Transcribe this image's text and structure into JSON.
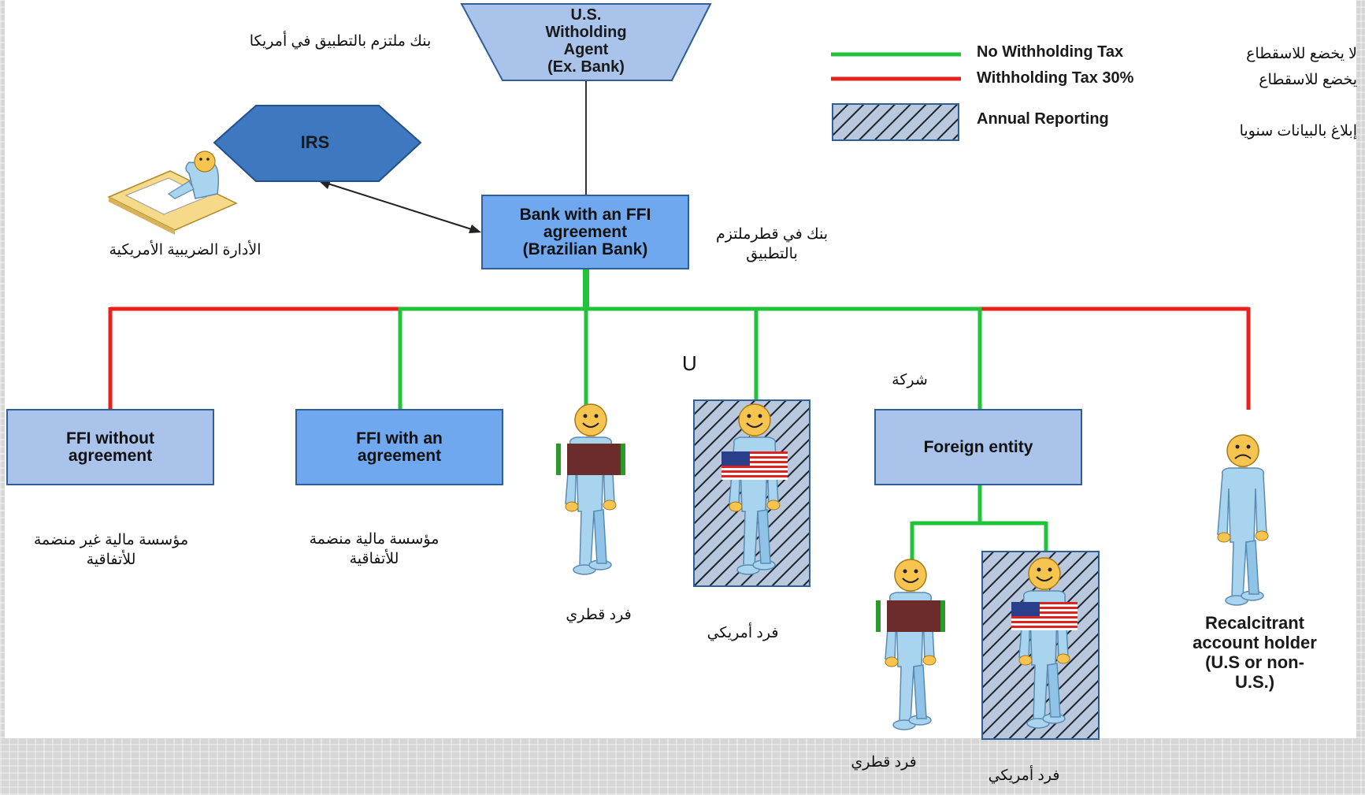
{
  "withholding_agent": {
    "label_lines": [
      "U.S.",
      "Witholding",
      "Agent",
      "(Ex. Bank)"
    ],
    "arabic": "بنك  ملتزم بالتطبيق في أمريكا"
  },
  "irs": {
    "label": "IRS",
    "arabic": "الأدارة الضريبية الأمريكية"
  },
  "bank_ffi": {
    "label_lines": [
      "Bank with an FFI",
      "agreement",
      "(Brazilian Bank)"
    ],
    "arabic_lines": [
      "بنك في قطرملتزم",
      "بالتطبيق"
    ]
  },
  "legend": {
    "green": {
      "en": "No Withholding Tax",
      "ar": "لا يخضع للاسقطاع",
      "color": "#22c23b"
    },
    "red": {
      "en": "Withholding Tax 30%",
      "ar": "يخضع للاسقطاع",
      "color": "#e8201e"
    },
    "hatch": {
      "en": "Annual Reporting",
      "ar": "إبلاغ بالبيانات سنويا"
    }
  },
  "ffi_without": {
    "label_lines": [
      "FFI without",
      "agreement"
    ],
    "arabic_lines": [
      "مؤسسة مالية غير منضمة",
      "للأتفاقية"
    ]
  },
  "ffi_with": {
    "label_lines": [
      "FFI with an",
      "agreement"
    ],
    "arabic_lines": [
      "مؤسسة مالية منضمة",
      "للأتفاقية"
    ]
  },
  "qatari_person": {
    "arabic": "فرد قطري"
  },
  "us_person": {
    "arabic": "فرد أمريكي",
    "stray_letter": "U"
  },
  "foreign_entity": {
    "label": "Foreign entity",
    "arabic": "شركة",
    "qatari_arabic": "فرد قطري",
    "us_arabic": "فرد أمريكي"
  },
  "recalcitrant": {
    "label_lines": [
      "Recalcitrant",
      "account holder",
      "(U.S or non-",
      "U.S.)"
    ]
  },
  "colors": {
    "no_tax_line": "#22c23b",
    "tax_line": "#e8201e",
    "box_light": "#a9c3ea",
    "box_mid": "#6fa8ef",
    "irs_fill": "#3d78c0",
    "person_body": "#a9d4f0",
    "person_face": "#f7c44f",
    "qatar_maroon": "#6b2c2c"
  }
}
